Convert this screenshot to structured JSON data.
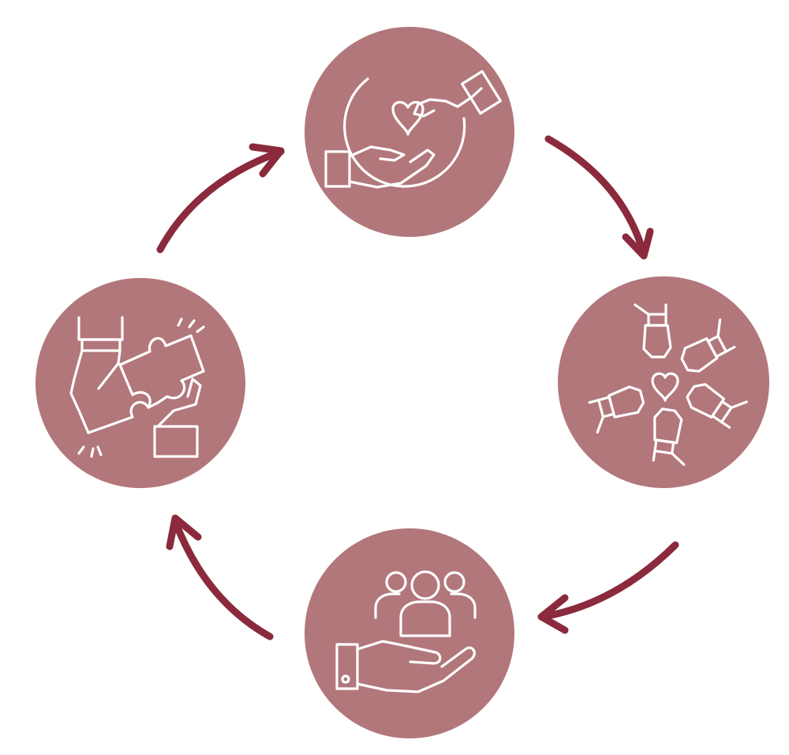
{
  "diagram": {
    "type": "cycle",
    "direction": "clockwise",
    "colors": {
      "circle_fill": "#b2777b",
      "arrow": "#8a2a3c",
      "icon_stroke": "#ffffff",
      "background": "#ffffff"
    },
    "nodes": [
      {
        "position": "top",
        "icon": "hand-giving-heart-icon"
      },
      {
        "position": "right",
        "icon": "fists-together-heart-icon"
      },
      {
        "position": "bottom",
        "icon": "hand-holding-people-icon"
      },
      {
        "position": "left",
        "icon": "hands-joining-puzzle-icon"
      }
    ],
    "arrows": [
      {
        "from": "top",
        "to": "right"
      },
      {
        "from": "right",
        "to": "bottom"
      },
      {
        "from": "bottom",
        "to": "left"
      },
      {
        "from": "left",
        "to": "top"
      }
    ]
  }
}
